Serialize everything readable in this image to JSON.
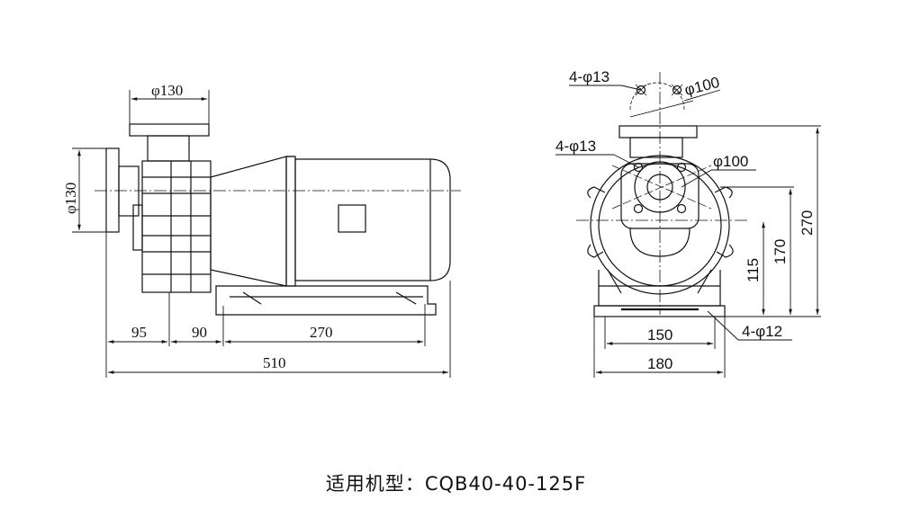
{
  "side_view": {
    "dims": {
      "flange_dia_top": "φ130",
      "flange_dia_left": "φ130",
      "d95": "95",
      "d90": "90",
      "d270": "270",
      "d510": "510"
    }
  },
  "front_view": {
    "dims": {
      "bolt_top": "4-φ13",
      "flange_top": "φ100",
      "bolt_mid": "4-φ13",
      "flange_mid": "φ100",
      "h115": "115",
      "h170": "170",
      "h270": "270",
      "w150": "150",
      "w180": "180",
      "base_holes": "4-φ12"
    }
  },
  "caption": {
    "label": "适用机型",
    "separator": "：",
    "model": "CQB40-40-125F"
  }
}
